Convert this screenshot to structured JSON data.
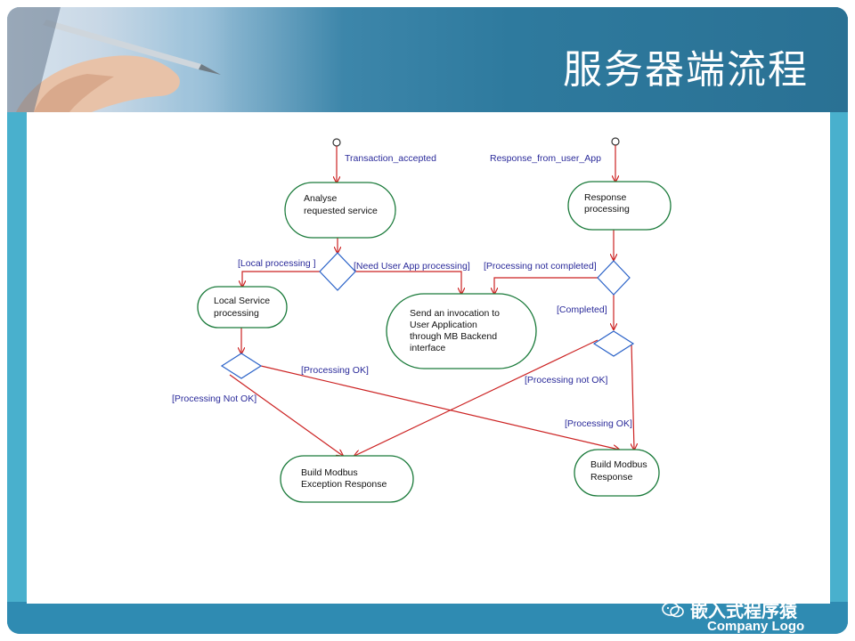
{
  "slide": {
    "title": "服务器端流程",
    "watermark": "嵌入式程序猿",
    "company_logo": "Company Logo"
  },
  "diagram": {
    "nodes": {
      "analyse": [
        "Analyse",
        "requested service"
      ],
      "response_processing": [
        "Response",
        "processing"
      ],
      "local_service": [
        "Local Service",
        "processing"
      ],
      "send_invocation": [
        "Send an invocation to",
        "User Application",
        "through MB Backend",
        "interface"
      ],
      "build_exception": [
        "Build Modbus",
        "Exception Response"
      ],
      "build_response": [
        "Build Modbus",
        "Response"
      ]
    },
    "labels": {
      "transaction_accepted": "Transaction_accepted",
      "response_from_user_app": "Response_from_user_App",
      "local_processing": "[Local processing ]",
      "need_user_app": "[Need User App processing]",
      "processing_not_completed": "[Processing not completed]",
      "completed": "[Completed]",
      "processing_ok_left": "[Processing OK]",
      "processing_not_ok_left": "[Processing Not OK]",
      "processing_not_ok_right": "[Processing  not OK]",
      "processing_ok_right": "[Processing OK]"
    },
    "colors": {
      "node_border": "#1a7a3a",
      "edge": "#cc2222",
      "diamond": "#2a62c8",
      "label": "#2a2a9a"
    }
  }
}
